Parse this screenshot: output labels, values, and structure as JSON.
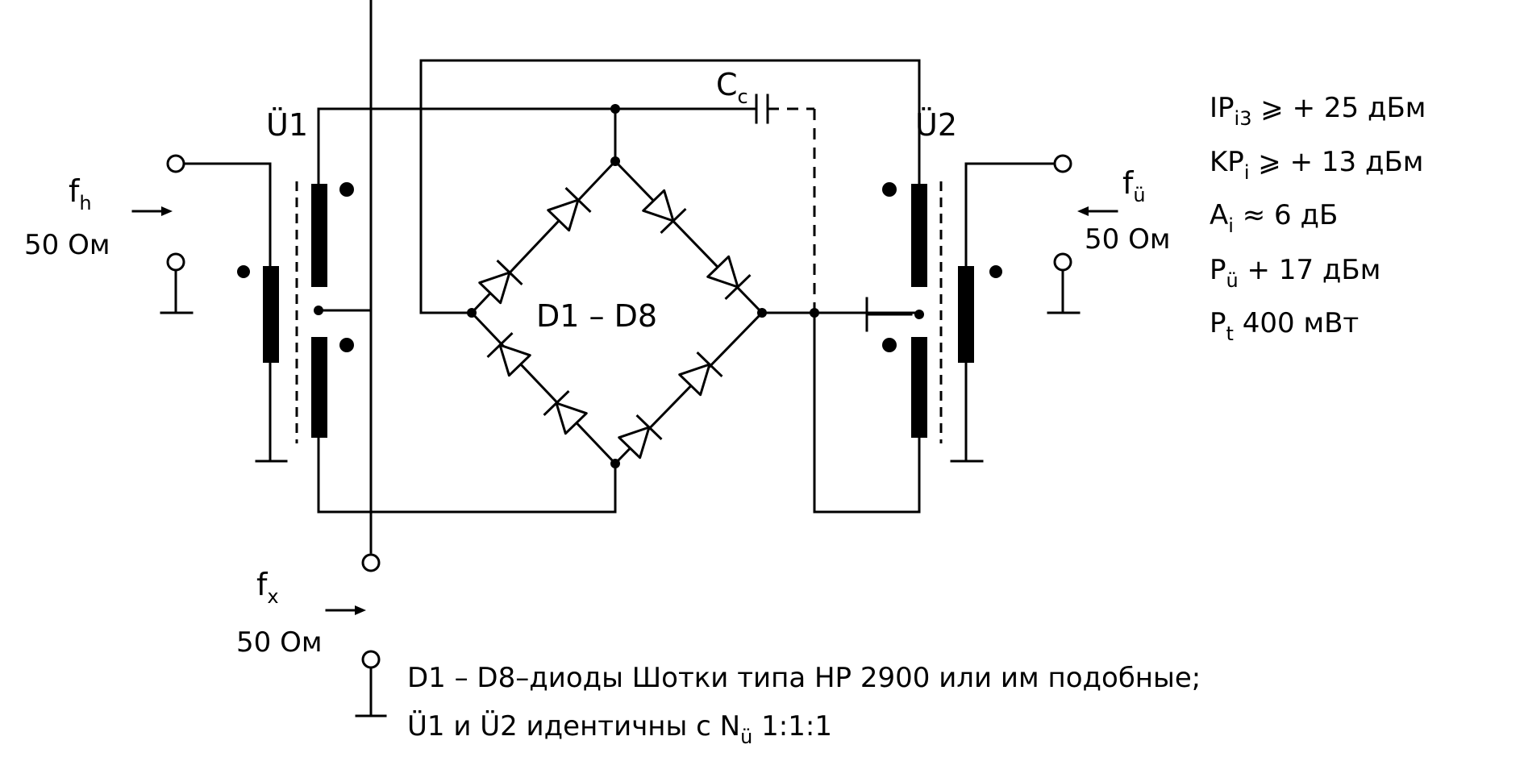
{
  "components": {
    "transformer_left": "Ü1",
    "transformer_right": "Ü2",
    "capacitor": {
      "letter": "C",
      "sub": "c"
    },
    "diodes": "D1 – D8"
  },
  "ports": {
    "left": {
      "f": "f",
      "sub": "h",
      "impedance": "50 Ом"
    },
    "right": {
      "f": "f",
      "sub": "ü",
      "impedance": "50 Ом"
    },
    "bottom": {
      "f": "f",
      "sub": "x",
      "impedance": "50 Ом"
    }
  },
  "specs": [
    {
      "main": "IP",
      "sub": "i3",
      "value": "⩾ + 25 дБм"
    },
    {
      "main": "KP",
      "sub": "i",
      "value": "⩾ + 13 дБм"
    },
    {
      "main": "A",
      "sub": "i",
      "value": "≈ 6 дБ"
    },
    {
      "main": "P",
      "sub": "ü",
      "value": "+ 17 дБм"
    },
    {
      "main": "P",
      "sub": "t",
      "value": "400 мВт"
    }
  ],
  "notes": {
    "line1": "D1 – D8–диоды Шотки типа HP 2900  или им подобные;",
    "line2_prefix": "Ü1 и Ü2 идентичны с N",
    "line2_sub": "ü",
    "line2_suffix": " 1:1:1"
  }
}
